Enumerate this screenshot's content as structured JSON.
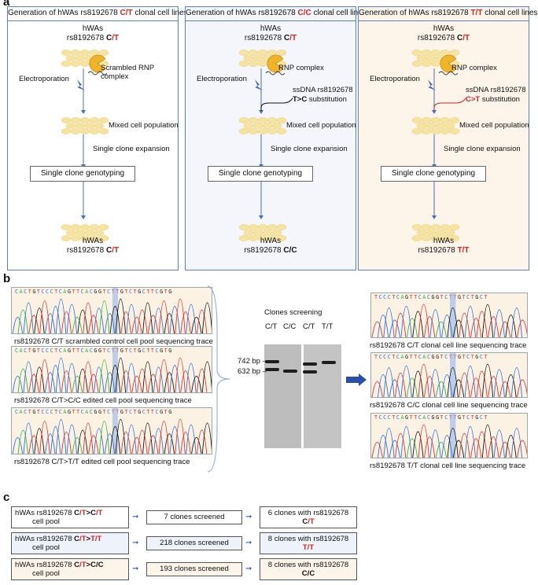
{
  "panel_labels": {
    "a": "a",
    "b": "b",
    "c": "c"
  },
  "panel_a": {
    "columns": [
      {
        "title_pre": "Generation of hWAs rs8192678 ",
        "title_c1": "C",
        "title_sep": "/",
        "title_c2": "T",
        "title_post": " clonal cell lines",
        "top_line1": "hWAs",
        "top_line2": "rs8192678 ",
        "top_a1": "C",
        "top_sep": "/",
        "top_a2": "T",
        "electro": "Electroporation",
        "rnp": "Scrambled RNP\ncomplex",
        "ssdna_line1": "",
        "ssdna_pre": "",
        "ssdna_sub": "",
        "mixed": "Mixed cell population",
        "expansion": "Single clone expansion",
        "genotyping": "Single clone genotyping",
        "bot_line1": "hWAs",
        "bot_line2": "rs8192678 ",
        "bot_a1": "C",
        "bot_sep": "/",
        "bot_a2": "T"
      },
      {
        "title_pre": "Generation of hWAs rs8192678 ",
        "title_c1": "C",
        "title_sep": "/",
        "title_c2": "C",
        "title_post": " clonal cell lines",
        "top_line1": "hWAs",
        "top_line2": "rs8192678 ",
        "top_a1": "C",
        "top_sep": "/",
        "top_a2": "T",
        "electro": "Electroporation",
        "rnp": "RNP complex",
        "ssdna_line1": "ssDNA rs8192678",
        "ssdna_pre": "T>C",
        "ssdna_sub": " substitution",
        "mixed": "Mixed cell population",
        "expansion": "Single clone expansion",
        "genotyping": "Single clone genotyping",
        "bot_line1": "hWAs",
        "bot_line2": "rs8192678 ",
        "bot_a1": "C",
        "bot_sep": "/",
        "bot_a2": "C"
      },
      {
        "title_pre": "Generation of hWAs rs8192678 ",
        "title_c1": "T",
        "title_sep": "/",
        "title_c2": "T",
        "title_post": " clonal cell lines",
        "top_line1": "hWAs",
        "top_line2": "rs8192678 ",
        "top_a1": "C",
        "top_sep": "/",
        "top_a2": "T",
        "electro": "Electroporation",
        "rnp": "RNP complex",
        "ssdna_line1": "ssDNA rs8192678",
        "ssdna_pre": "C>T",
        "ssdna_sub": " substitution",
        "mixed": "Mixed cell population",
        "expansion": "Single clone expansion",
        "genotyping": "Single clone genotyping",
        "bot_line1": "hWAs",
        "bot_line2": "rs8192678 ",
        "bot_a1": "T",
        "bot_sep": "/",
        "bot_a2": "T"
      }
    ]
  },
  "panel_b": {
    "sequence": "CACTGTCCCTCAGTTCACGGTCTTGTCTGCTTCGTG",
    "sequence_short": "TCCCTCAGTTCACGGTCTTGTCTGCT",
    "left_captions": [
      "rs8192678 C/T scrambled control cell pool sequencing trace",
      "rs8192678 C/T>C/C edited cell pool sequencing trace",
      "rs8192678 C/T>T/T edited cell pool sequencing trace"
    ],
    "right_captions": [
      "rs8192678 C/T clonal cell line sequencing trace",
      "rs8192678 C/C clonal cell line sequencing trace",
      "rs8192678 T/T clonal cell line sequencing trace"
    ],
    "gel_title": "Clones screening",
    "gel_lanes": [
      "C/T",
      "C/C",
      "C/T",
      "T/T"
    ],
    "band_742": "742 bp",
    "band_632": "632 bp"
  },
  "panel_c": {
    "rows": [
      {
        "pool_pre": "hWAs rs8192678 ",
        "p1": "C",
        "p2": "/",
        "p3": "T",
        "p4": ">",
        "p5": "C",
        "p6": "/",
        "p7": "T",
        "pool_line2": "cell pool",
        "screened": "7 clones screened",
        "result_line1": "6 clones with rs8192678",
        "r1": "C",
        "r2": "/",
        "r3": "T",
        "bg": "#ffffff"
      },
      {
        "pool_pre": "hWAs rs8192678 ",
        "p1": "C",
        "p2": "/",
        "p3": "T",
        "p4": ">",
        "p5": "T",
        "p6": "/",
        "p7": "T",
        "pool_line2": "cell pool",
        "screened": "218 clones screened",
        "result_line1": "8 clones with rs8192678",
        "r1": "T",
        "r2": "/",
        "r3": "T",
        "bg": "#eef2fa"
      },
      {
        "pool_pre": "hWAs rs8192678 ",
        "p1": "C",
        "p2": "/",
        "p3": "T",
        "p4": ">",
        "p5": "C",
        "p6": "/",
        "p7": "C",
        "pool_line2": "cell pool",
        "screened": "193 clones screened",
        "result_line1": "8 clones with rs8192678",
        "r1": "C",
        "r2": "/",
        "r3": "C",
        "bg": "#fdf4ea"
      }
    ]
  },
  "colors": {
    "blue": "#2a4fa8",
    "red": "#d22222",
    "cell": "#f6e3a0",
    "panel2_bg": "#f4f6fb",
    "panel3_bg": "#fdf5ea"
  }
}
